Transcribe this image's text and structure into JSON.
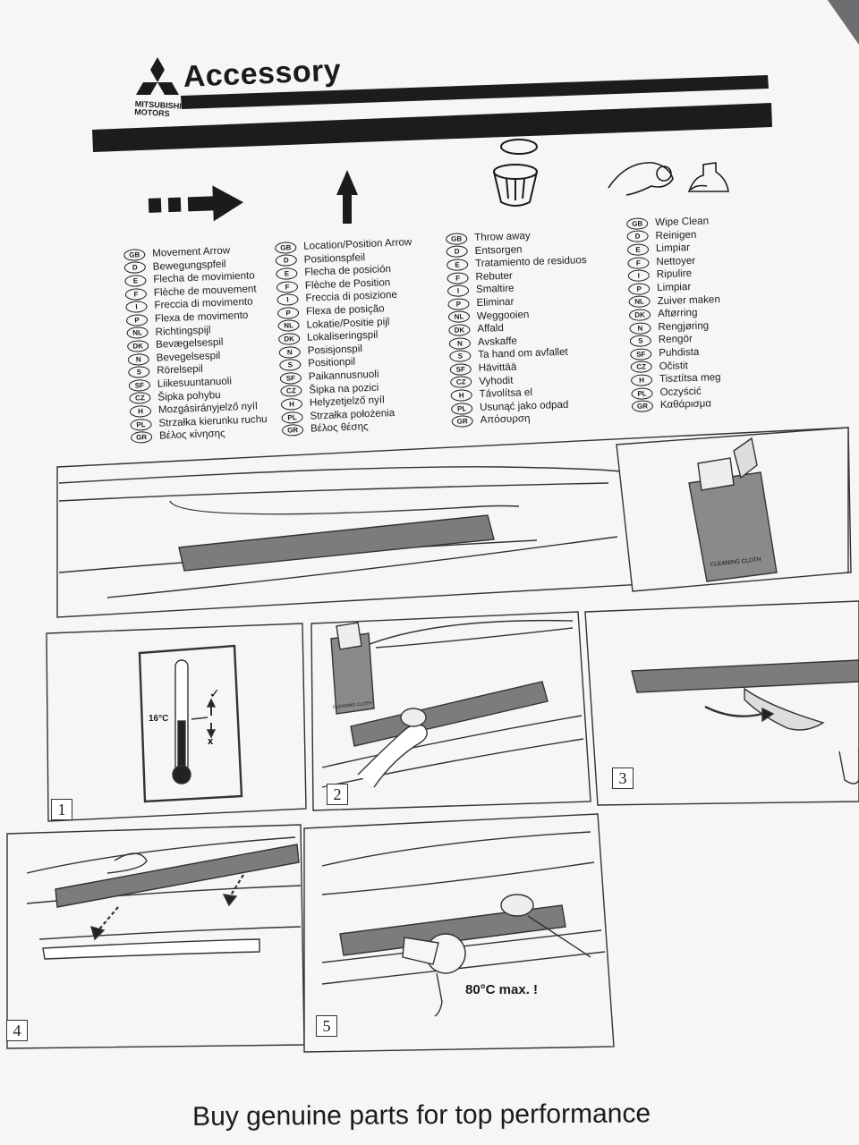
{
  "brand": {
    "title": "Accessory",
    "brand_line1": "MITSUBISHI",
    "brand_line2": "MOTORS"
  },
  "legend": [
    {
      "icon": "movement-arrow-icon",
      "items": [
        {
          "code": "GB",
          "text": "Movement Arrow"
        },
        {
          "code": "D",
          "text": "Bewegungspfeil"
        },
        {
          "code": "E",
          "text": "Flecha de movimiento"
        },
        {
          "code": "F",
          "text": "Flèche de mouvement"
        },
        {
          "code": "I",
          "text": "Freccia di movimento"
        },
        {
          "code": "P",
          "text": "Flexa de movimento"
        },
        {
          "code": "NL",
          "text": "Richtingspijl"
        },
        {
          "code": "DK",
          "text": "Bevægelsespil"
        },
        {
          "code": "N",
          "text": "Bevegelsespil"
        },
        {
          "code": "S",
          "text": "Rörelsepil"
        },
        {
          "code": "SF",
          "text": "Liikesuuntanuoli"
        },
        {
          "code": "CZ",
          "text": "Šipka pohybu"
        },
        {
          "code": "H",
          "text": "Mozgásirányjelző nyíl"
        },
        {
          "code": "PL",
          "text": "Strzałka kierunku ruchu"
        },
        {
          "code": "GR",
          "text": "Βέλος κίνησης"
        }
      ]
    },
    {
      "icon": "position-arrow-icon",
      "items": [
        {
          "code": "GB",
          "text": "Location/Position Arrow"
        },
        {
          "code": "D",
          "text": "Positionspfeil"
        },
        {
          "code": "E",
          "text": "Flecha de posición"
        },
        {
          "code": "F",
          "text": "Flèche de Position"
        },
        {
          "code": "I",
          "text": "Freccia di posizione"
        },
        {
          "code": "P",
          "text": "Flexa de posição"
        },
        {
          "code": "NL",
          "text": "Lokatie/Positie pijl"
        },
        {
          "code": "DK",
          "text": "Lokaliseringspil"
        },
        {
          "code": "N",
          "text": "Posisjonspil"
        },
        {
          "code": "S",
          "text": "Positionpil"
        },
        {
          "code": "SF",
          "text": "Paikannusnuoli"
        },
        {
          "code": "CZ",
          "text": "Šipka na pozici"
        },
        {
          "code": "H",
          "text": "Helyzetjelző nyíl"
        },
        {
          "code": "PL",
          "text": "Strzałka położenia"
        },
        {
          "code": "GR",
          "text": "Βέλος θέσης"
        }
      ]
    },
    {
      "icon": "trash-bin-icon",
      "items": [
        {
          "code": "GB",
          "text": "Throw away"
        },
        {
          "code": "D",
          "text": "Entsorgen"
        },
        {
          "code": "E",
          "text": "Tratamiento de residuos"
        },
        {
          "code": "F",
          "text": "Rebuter"
        },
        {
          "code": "I",
          "text": "Smaltire"
        },
        {
          "code": "P",
          "text": "Eliminar"
        },
        {
          "code": "NL",
          "text": "Weggooien"
        },
        {
          "code": "DK",
          "text": "Affald"
        },
        {
          "code": "N",
          "text": "Avskaffe"
        },
        {
          "code": "S",
          "text": "Ta hand om avfallet"
        },
        {
          "code": "SF",
          "text": "Hävittää"
        },
        {
          "code": "CZ",
          "text": "Vyhodit"
        },
        {
          "code": "H",
          "text": "Távolítsa el"
        },
        {
          "code": "PL",
          "text": "Usunąć jako odpad"
        },
        {
          "code": "GR",
          "text": "Απόσυρση"
        }
      ]
    },
    {
      "icon": "wipe-clean-icon",
      "items": [
        {
          "code": "GB",
          "text": "Wipe Clean"
        },
        {
          "code": "D",
          "text": "Reinigen"
        },
        {
          "code": "E",
          "text": "Limpiar"
        },
        {
          "code": "F",
          "text": "Nettoyer"
        },
        {
          "code": "I",
          "text": "Ripulire"
        },
        {
          "code": "P",
          "text": "Limpiar"
        },
        {
          "code": "NL",
          "text": "Zuiver maken"
        },
        {
          "code": "DK",
          "text": "Aftørring"
        },
        {
          "code": "N",
          "text": "Rengjøring"
        },
        {
          "code": "S",
          "text": "Rengör"
        },
        {
          "code": "SF",
          "text": "Puhdista"
        },
        {
          "code": "CZ",
          "text": "Očistit"
        },
        {
          "code": "H",
          "text": "Tisztítsa meg"
        },
        {
          "code": "PL",
          "text": "Oczyścić"
        },
        {
          "code": "GR",
          "text": "Καθάρισμα"
        }
      ]
    }
  ],
  "illustrations": {
    "cloth_label": "CLEANING CLOTH",
    "temp_label": "16°C",
    "heat_label": "80°C max. !",
    "ok_mark": "✓",
    "no_mark": "x"
  },
  "steps": [
    "1",
    "2",
    "3",
    "4",
    "5"
  ],
  "footer": "Buy genuine parts for top performance"
}
